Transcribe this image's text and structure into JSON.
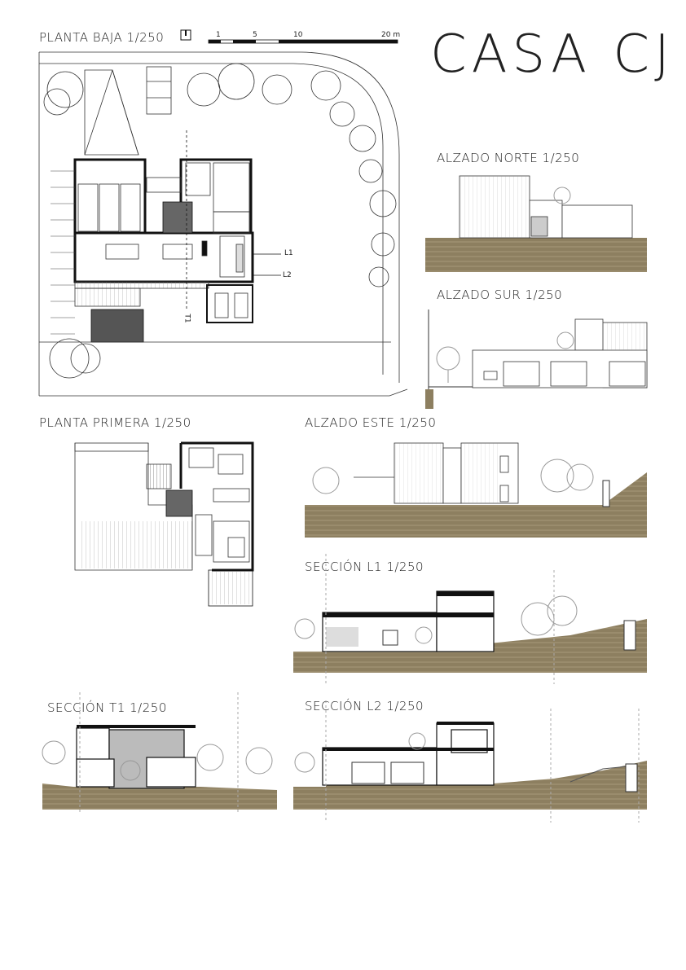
{
  "project_title": "CASA CJ",
  "scalebar": {
    "ticks": [
      "1",
      "5",
      "10",
      "20 m"
    ]
  },
  "drawings": {
    "planta_baja": "PLANTA BAJA 1/250",
    "planta_primera": "PLANTA PRIMERA  1/250",
    "alzado_norte": "ALZADO NORTE  1/250",
    "alzado_sur": "ALZADO SUR  1/250",
    "alzado_este": "ALZADO ESTE 1/250",
    "seccion_l1": "SECCIÓN L1  1/250",
    "seccion_t1": "SECCIÓN T1  1/250",
    "seccion_l2": "SECCIÓN L2  1/250"
  },
  "section_marks": {
    "l1": "L1",
    "l2": "L2",
    "t1": "T1"
  },
  "colors": {
    "ground": "#8a7b5c",
    "shade": "#6e6e6e",
    "ink": "#111111"
  }
}
